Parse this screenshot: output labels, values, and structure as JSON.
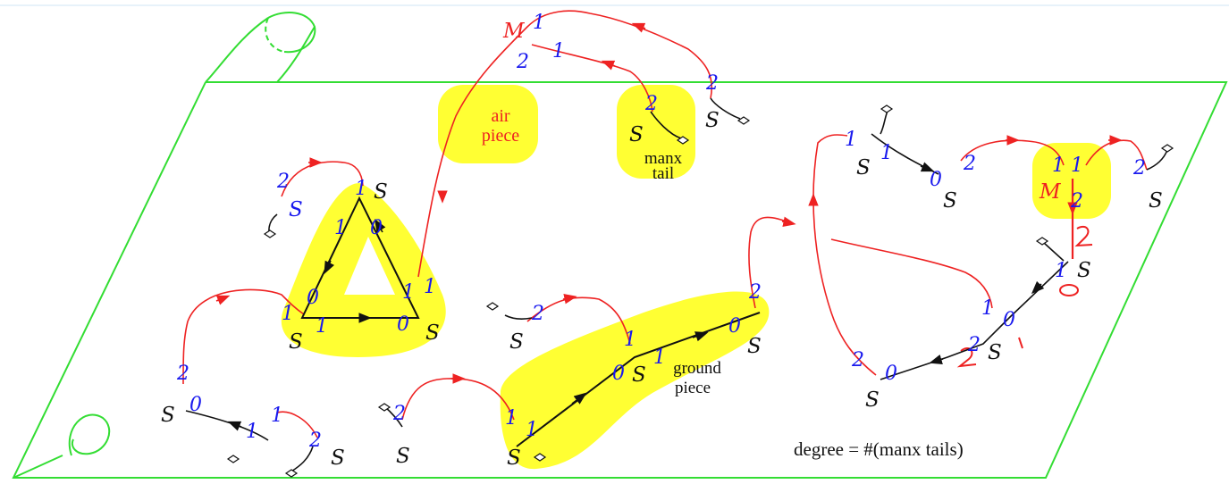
{
  "colors": {
    "sheet": "#33dd33",
    "red": "#ee2222",
    "blue": "#1a1aee",
    "black": "#111111",
    "highlight": "#ffff33"
  },
  "regions": {
    "air": "air\npiece",
    "manx": "manx\ntail",
    "ground": "ground\npiece"
  },
  "caption": "degree = #(manx tails)",
  "letters": {
    "S": "S",
    "M": "M"
  },
  "digits": {
    "zero": "0",
    "one": "1",
    "two": "2"
  },
  "handwritten": [
    "2",
    "0",
    "1",
    "2"
  ]
}
